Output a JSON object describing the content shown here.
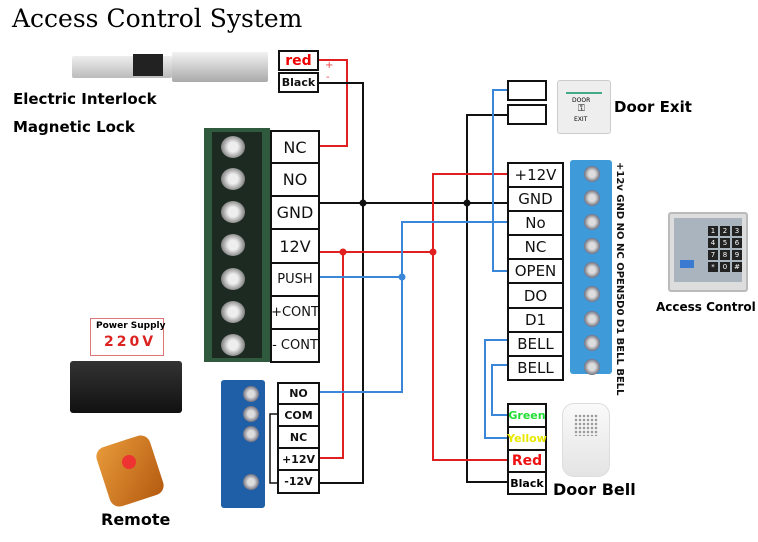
{
  "title": "Access Control System",
  "lock": {
    "label1": "Electric Interlock",
    "label2": "Magnetic Lock",
    "red": "red",
    "black": "Black",
    "plus": "+",
    "minus": "-"
  },
  "main_terminal": [
    "NC",
    "NO",
    "GND",
    "12V",
    "PUSH",
    "+CONT",
    "- CONT"
  ],
  "relay_terminal": [
    "NO",
    "COM",
    "NC",
    "+12V",
    "-12V"
  ],
  "power_supply": {
    "label": "Power Supply",
    "voltage": "220V"
  },
  "remote": {
    "label": "Remote"
  },
  "door_exit": {
    "label": "Door Exit",
    "button_text1": "DOOR",
    "button_text2": "EXIT"
  },
  "controller_terminal": [
    "+12V",
    "GND",
    "No",
    "NC",
    "OPEN",
    "DO",
    "D1",
    "BELL",
    "BELL"
  ],
  "controller_side_label": "+12v GND NO NC OPEN5D0 D1 BELL BELL",
  "access_control": {
    "label": "Access Control",
    "keys": [
      "1",
      "2",
      "3",
      "4",
      "5",
      "6",
      "7",
      "8",
      "9",
      "*",
      "0",
      "#"
    ]
  },
  "door_bell": {
    "label": "Door Bell",
    "wires": [
      {
        "name": "Green",
        "color": "#22dd33"
      },
      {
        "name": "Yellow",
        "color": "#e8e800"
      },
      {
        "name": "Red",
        "color": "#ee1111"
      },
      {
        "name": "Black",
        "color": "#000000"
      }
    ]
  },
  "colors": {
    "red_wire": "#e02020",
    "black_wire": "#111111",
    "blue_wire": "#3a86d8",
    "terminal_blue": "#3e9ad8"
  }
}
